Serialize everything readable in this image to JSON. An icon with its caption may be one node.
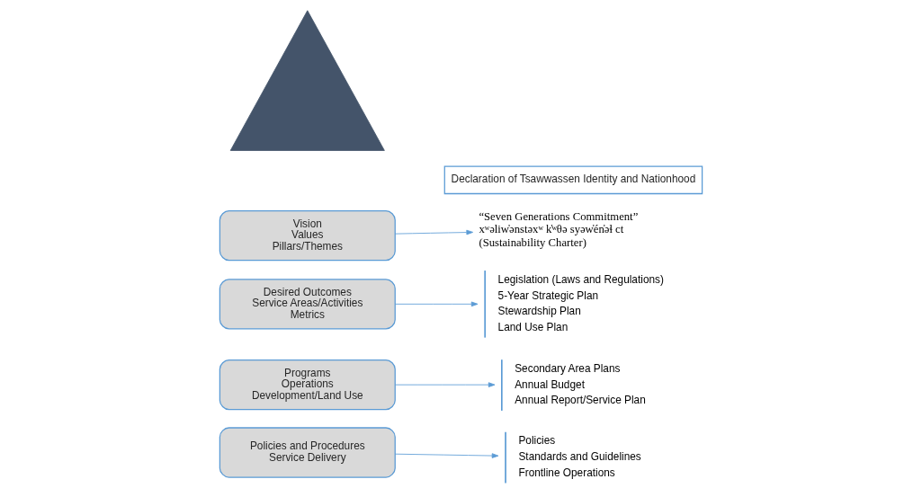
{
  "diagram": {
    "nodes": [
      {
        "text": [
          "Declaration of Tsawwassen Identity and Nationhood"
        ]
      },
      {
        "text": [],
        "shape": "triangle"
      },
      {
        "text": [
          "Vision",
          "Values",
          "Pillars/Themes"
        ]
      },
      {
        "text": [
          "“Seven Generations Commitment”",
          "xʷəliw̓ənstəxʷ k̓ʷθə syəw̓én̓əɬ ct",
          "(Sustainability Charter)"
        ]
      },
      {
        "text": [
          "Desired Outcomes",
          "Service Areas/Activities",
          "Metrics"
        ]
      },
      {
        "text": [
          "Legislation (Laws and Regulations)",
          "5-Year Strategic Plan",
          "Stewardship Plan",
          "Land Use Plan"
        ]
      },
      {
        "text": [
          "Programs",
          "Operations",
          "Development/Land Use"
        ]
      },
      {
        "text": [
          "Secondary Area Plans",
          "Annual Budget",
          "Annual Report/Service Plan"
        ]
      },
      {
        "text": [
          "Policies and Procedures",
          "Service Delivery"
        ]
      },
      {
        "text": [
          "Policies",
          "Standards and Guidelines",
          "Frontline Operations"
        ]
      }
    ],
    "edges": [
      {
        "from": 2,
        "to": 3,
        "arrow": "to"
      },
      {
        "from": 4,
        "to": 5,
        "arrow": "to"
      },
      {
        "from": 6,
        "to": 7,
        "arrow": "to"
      },
      {
        "from": 8,
        "to": 9,
        "arrow": "to"
      }
    ]
  }
}
